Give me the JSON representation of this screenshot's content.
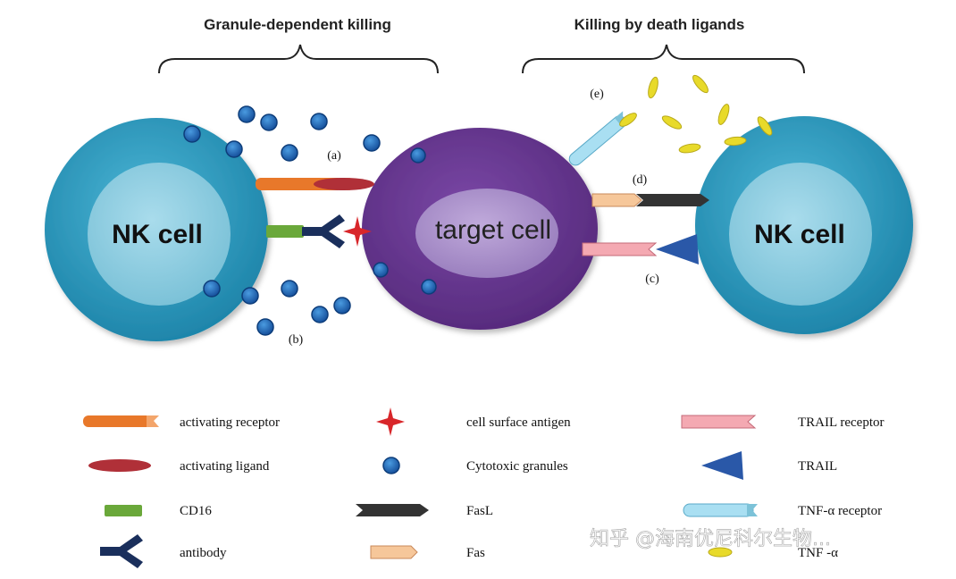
{
  "titles": {
    "granule": "Granule-dependent killing",
    "death": "Killing by death ligands"
  },
  "cells": {
    "nk_left": "NK cell",
    "nk_right": "NK cell",
    "target": "target cell"
  },
  "markers": {
    "a": "(a)",
    "b": "(b)",
    "c": "(c)",
    "d": "(d)",
    "e": "(e)"
  },
  "legend": {
    "activating_receptor": "activating receptor",
    "activating_ligand": "activating ligand",
    "cd16": "CD16",
    "antibody": "antibody",
    "cell_surface_antigen": "cell surface antigen",
    "cytotoxic_granules": "Cytotoxic granules",
    "fasl": "FasL",
    "fas": "Fas",
    "trail_receptor": "TRAIL receptor",
    "trail": "TRAIL",
    "tnf_receptor": "TNF-α receptor",
    "tnf": "TNF -α"
  },
  "watermark": "知乎 @海南优尼科尔生物...",
  "colors": {
    "nk_outer": "#2e9cc0",
    "nk_inner": "#8fcfe0",
    "target_outer": "#6a3a92",
    "target_inner": "#a88fc8",
    "activating_receptor": "#e8782a",
    "activating_ligand": "#b03038",
    "cd16": "#6aa83a",
    "antibody": "#1a2f5c",
    "antigen": "#d8262a",
    "granule": "#1f63b5",
    "fasl": "#333333",
    "fas": "#f6c79a",
    "trail_receptor": "#f4a9b2",
    "trail": "#2a58a8",
    "tnf_receptor": "#a9dff2",
    "tnf": "#e8da2a"
  }
}
